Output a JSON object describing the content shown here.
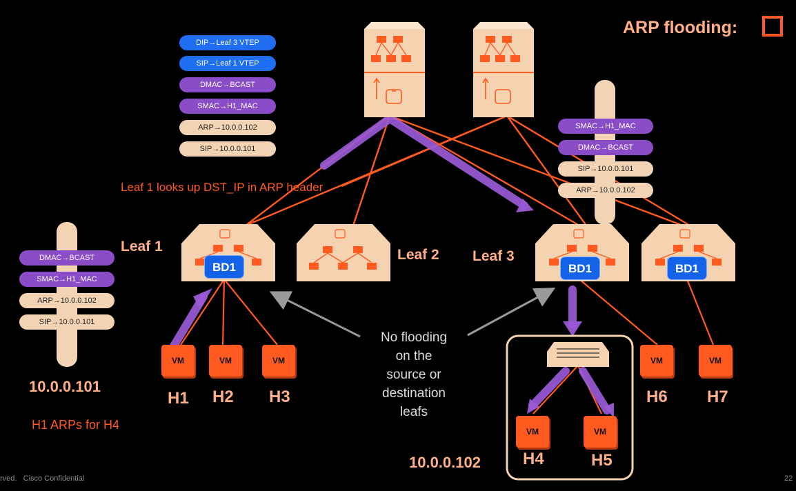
{
  "legend": {
    "label": "ARP flooding:"
  },
  "annotations": {
    "leaf1_lookup": "Leaf 1 looks up DST_IP in ARP header",
    "no_flooding": [
      "No flooding",
      "on the",
      "source or",
      "destination",
      "leafs"
    ],
    "h1_arps": "H1 ARPs for H4",
    "ip_h1": "10.0.0.101",
    "ip_h4": "10.0.0.102"
  },
  "leafs": {
    "leaf1": "Leaf 1",
    "leaf2": "Leaf 2",
    "leaf3": "Leaf 3"
  },
  "bridge_domain": "BD1",
  "vm_label": "VM",
  "hosts": [
    "H1",
    "H2",
    "H3",
    "H4",
    "H5",
    "H6",
    "H7"
  ],
  "packet_left": [
    "DMAC→BCAST",
    "SMAC→H1_MAC",
    "ARP→10.0.0.102",
    "SIP→10.0.0.101"
  ],
  "packet_top": [
    "DIP→Leaf 3 VTEP",
    "SIP→Leaf 1 VTEP",
    "DMAC→BCAST",
    "SMAC→H1_MAC",
    "ARP→10.0.0.102",
    "SIP→10.0.0.101"
  ],
  "packet_right": [
    "SMAC→H1_MAC",
    "DMAC→BCAST",
    "SIP→10.0.0.101",
    "ARP→10.0.0.102"
  ],
  "footer": {
    "left": "rved.   Cisco Confidential",
    "right": "22"
  },
  "colors": {
    "orange": "#ff5a1f",
    "purple": "#8a4cc7",
    "blue": "#1f6df0",
    "tan": "#f2d3b4",
    "salmon": "#ffb089",
    "switch": "#f5d2b0"
  }
}
